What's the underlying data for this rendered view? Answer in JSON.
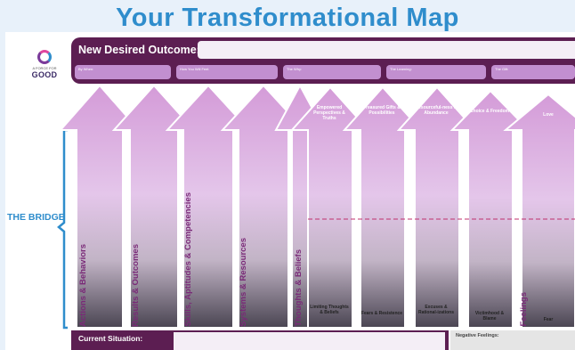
{
  "title": "Your Transformational Map",
  "logo": {
    "small": "A FORCE FOR",
    "big": "GOOD"
  },
  "outcome": {
    "label": "New Desired Outcome:",
    "value": ""
  },
  "pills": [
    "By When:",
    "How You Will Feel:",
    "The Why:",
    "The Learning:",
    "The Gift:"
  ],
  "columns": [
    {
      "label": "Actions & Behaviors"
    },
    {
      "label": "Results & Outcomes"
    },
    {
      "label": "Skills, Aptitudes & Competencies"
    },
    {
      "label": "Systems & Resources"
    },
    {
      "label": "Thoughts & Beliefs",
      "head": "Empowered Perspectives & Truths",
      "low": "Limiting Thoughts & Beliefs"
    },
    {
      "label": "",
      "head": "Treasured Gifts & Possibilities",
      "low": "Fears & Resistence"
    },
    {
      "label": "",
      "head": "Resourceful-ness & Abundance",
      "low": "Excuses & Rational-izations"
    },
    {
      "label": "",
      "head": "Choice & Freedom",
      "low": "Victimhood & Blame"
    },
    {
      "label": "Feelings",
      "head": "Love",
      "low": "Fear"
    }
  ],
  "bridge_label": "THE BRIDGE",
  "current_situation": {
    "label": "Current Situation:",
    "value": ""
  },
  "negative_feelings": {
    "label": "Negative Feelings:"
  },
  "colors": {
    "title": "#2f8dcc",
    "bar": "#5c1e52",
    "arrow_top": "#d39ad7",
    "arrow_bottom": "#4a4552",
    "divider": "#c0306e"
  }
}
